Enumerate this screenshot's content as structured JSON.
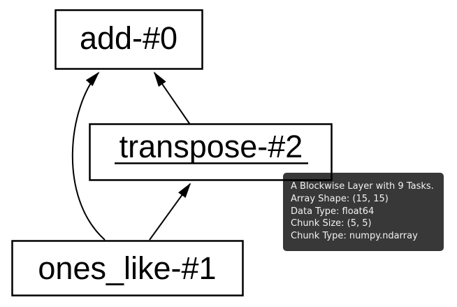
{
  "graph": {
    "nodes": [
      {
        "id": "add",
        "label": "add-#0"
      },
      {
        "id": "transpose",
        "label": "transpose-#2",
        "underlined": true,
        "hovered": true
      },
      {
        "id": "ones_like",
        "label": "ones_like-#1"
      }
    ],
    "edges": [
      {
        "from": "ones_like-#1",
        "to": "add-#0",
        "shape": "curved"
      },
      {
        "from": "transpose-#2",
        "to": "add-#0",
        "shape": "straight"
      },
      {
        "from": "ones_like-#1",
        "to": "transpose-#2",
        "shape": "straight"
      }
    ]
  },
  "tooltip": {
    "lines": [
      "A Blockwise Layer with 9 Tasks.",
      "Array Shape: (15, 15)",
      "Data Type: float64",
      "Chunk Size: (5, 5)",
      "Chunk Type: numpy.ndarray"
    ],
    "background": "#383838",
    "text_color": "#f2f2f2"
  },
  "colors": {
    "canvas_background": "#ffffff",
    "node_stroke": "#000000",
    "edge_stroke": "#000000"
  }
}
